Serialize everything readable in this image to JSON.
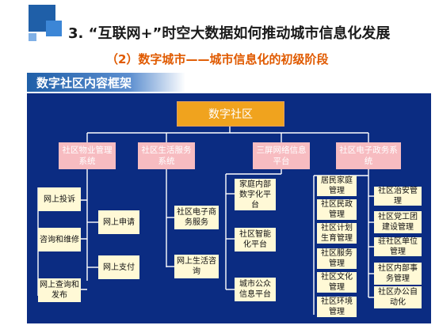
{
  "header": {
    "title": "3. “互联网+”时空大数据如何推动城市信息化发展",
    "subtitle": "（2）数字城市——城市信息化的初级阶段",
    "section_label": "数字社区内容框架"
  },
  "diagram": {
    "root": "数字社区",
    "categories": [
      "社区物业管理系统",
      "社区生活服务系统",
      "三屏网络信息平台",
      "社区电子政务系统"
    ],
    "property_left": [
      "网上投诉",
      "咨询和维修",
      "网上查询和发布"
    ],
    "property_right": [
      "网上申请",
      "网上支付"
    ],
    "life_service": [
      "社区电子商务服务",
      "网上生活咨询"
    ],
    "network": [
      "家庭内部数字化平台",
      "社区智能化平台",
      "城市公众信息平台"
    ],
    "gov_left": [
      "居民家庭管理",
      "社区民政管理",
      "社区计划生育管理",
      "社区服务管理",
      "社区文化管理",
      "社区环境管理"
    ],
    "gov_right": [
      "社区治安管理",
      "社区党工团建设管理",
      "驻社区单位管理",
      "社区内部事务管理",
      "社区办公自动化"
    ]
  },
  "colors": {
    "panel": "#0b2c82",
    "root_box": "#f0a31e",
    "category_box": "#f7bcc1",
    "leaf_box": "#fff9d6",
    "subtitle": "#e05a00"
  }
}
